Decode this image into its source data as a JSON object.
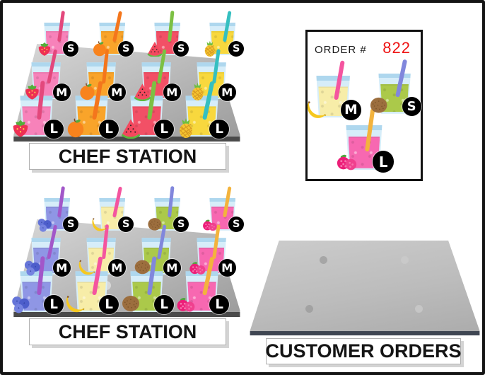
{
  "style": {
    "page_bg": "#ffffff",
    "page_border": "#141414",
    "glass_color": "#d6edf9",
    "glass_rim_color": "#aed7ee",
    "badge_bg": "#000000",
    "badge_fg": "#ffffff",
    "table_light": "#d8d8d8",
    "table_dark": "#9a9a9a",
    "table_edge": "#4a4a4a",
    "customer_table_light": "#cccccc",
    "customer_table_dark": "#ababab",
    "customer_table_edge": "#3f4652",
    "banner_bg": "#ffffff",
    "banner_text": "#141414"
  },
  "fruit_palette": {
    "strawberry": {
      "smoothie": "#f782ba",
      "straw": "#e3487c"
    },
    "orange": {
      "smoothie": "#f9a42a",
      "straw": "#f4761c"
    },
    "watermelon": {
      "smoothie": "#f25066",
      "straw": "#7cc043"
    },
    "pineapple": {
      "smoothie": "#f8d83e",
      "straw": "#35bfc0"
    },
    "blueberry": {
      "smoothie": "#8f96e5",
      "straw": "#a257c9"
    },
    "banana": {
      "smoothie": "#f7eda8",
      "straw": "#f4559f"
    },
    "kiwi": {
      "smoothie": "#abc94a",
      "straw": "#8187dc"
    },
    "raspberry": {
      "smoothie": "#f768b1",
      "straw": "#f3b33d"
    }
  },
  "stations": [
    {
      "label": "CHEF STATION",
      "sizes": [
        "S",
        "M",
        "L"
      ],
      "fruits": [
        "strawberry",
        "orange",
        "watermelon",
        "pineapple"
      ]
    },
    {
      "label": "CHEF STATION",
      "sizes": [
        "S",
        "M",
        "L"
      ],
      "fruits": [
        "blueberry",
        "banana",
        "kiwi",
        "raspberry"
      ]
    }
  ],
  "order_card": {
    "label": "ORDER #",
    "number": "822",
    "number_color": "#ee1313",
    "items": [
      {
        "fruit": "banana",
        "size": "M"
      },
      {
        "fruit": "kiwi",
        "size": "S"
      },
      {
        "fruit": "raspberry",
        "size": "L"
      }
    ]
  },
  "customer_area": {
    "label": "CUSTOMER ORDERS",
    "empty_slots": 4
  }
}
